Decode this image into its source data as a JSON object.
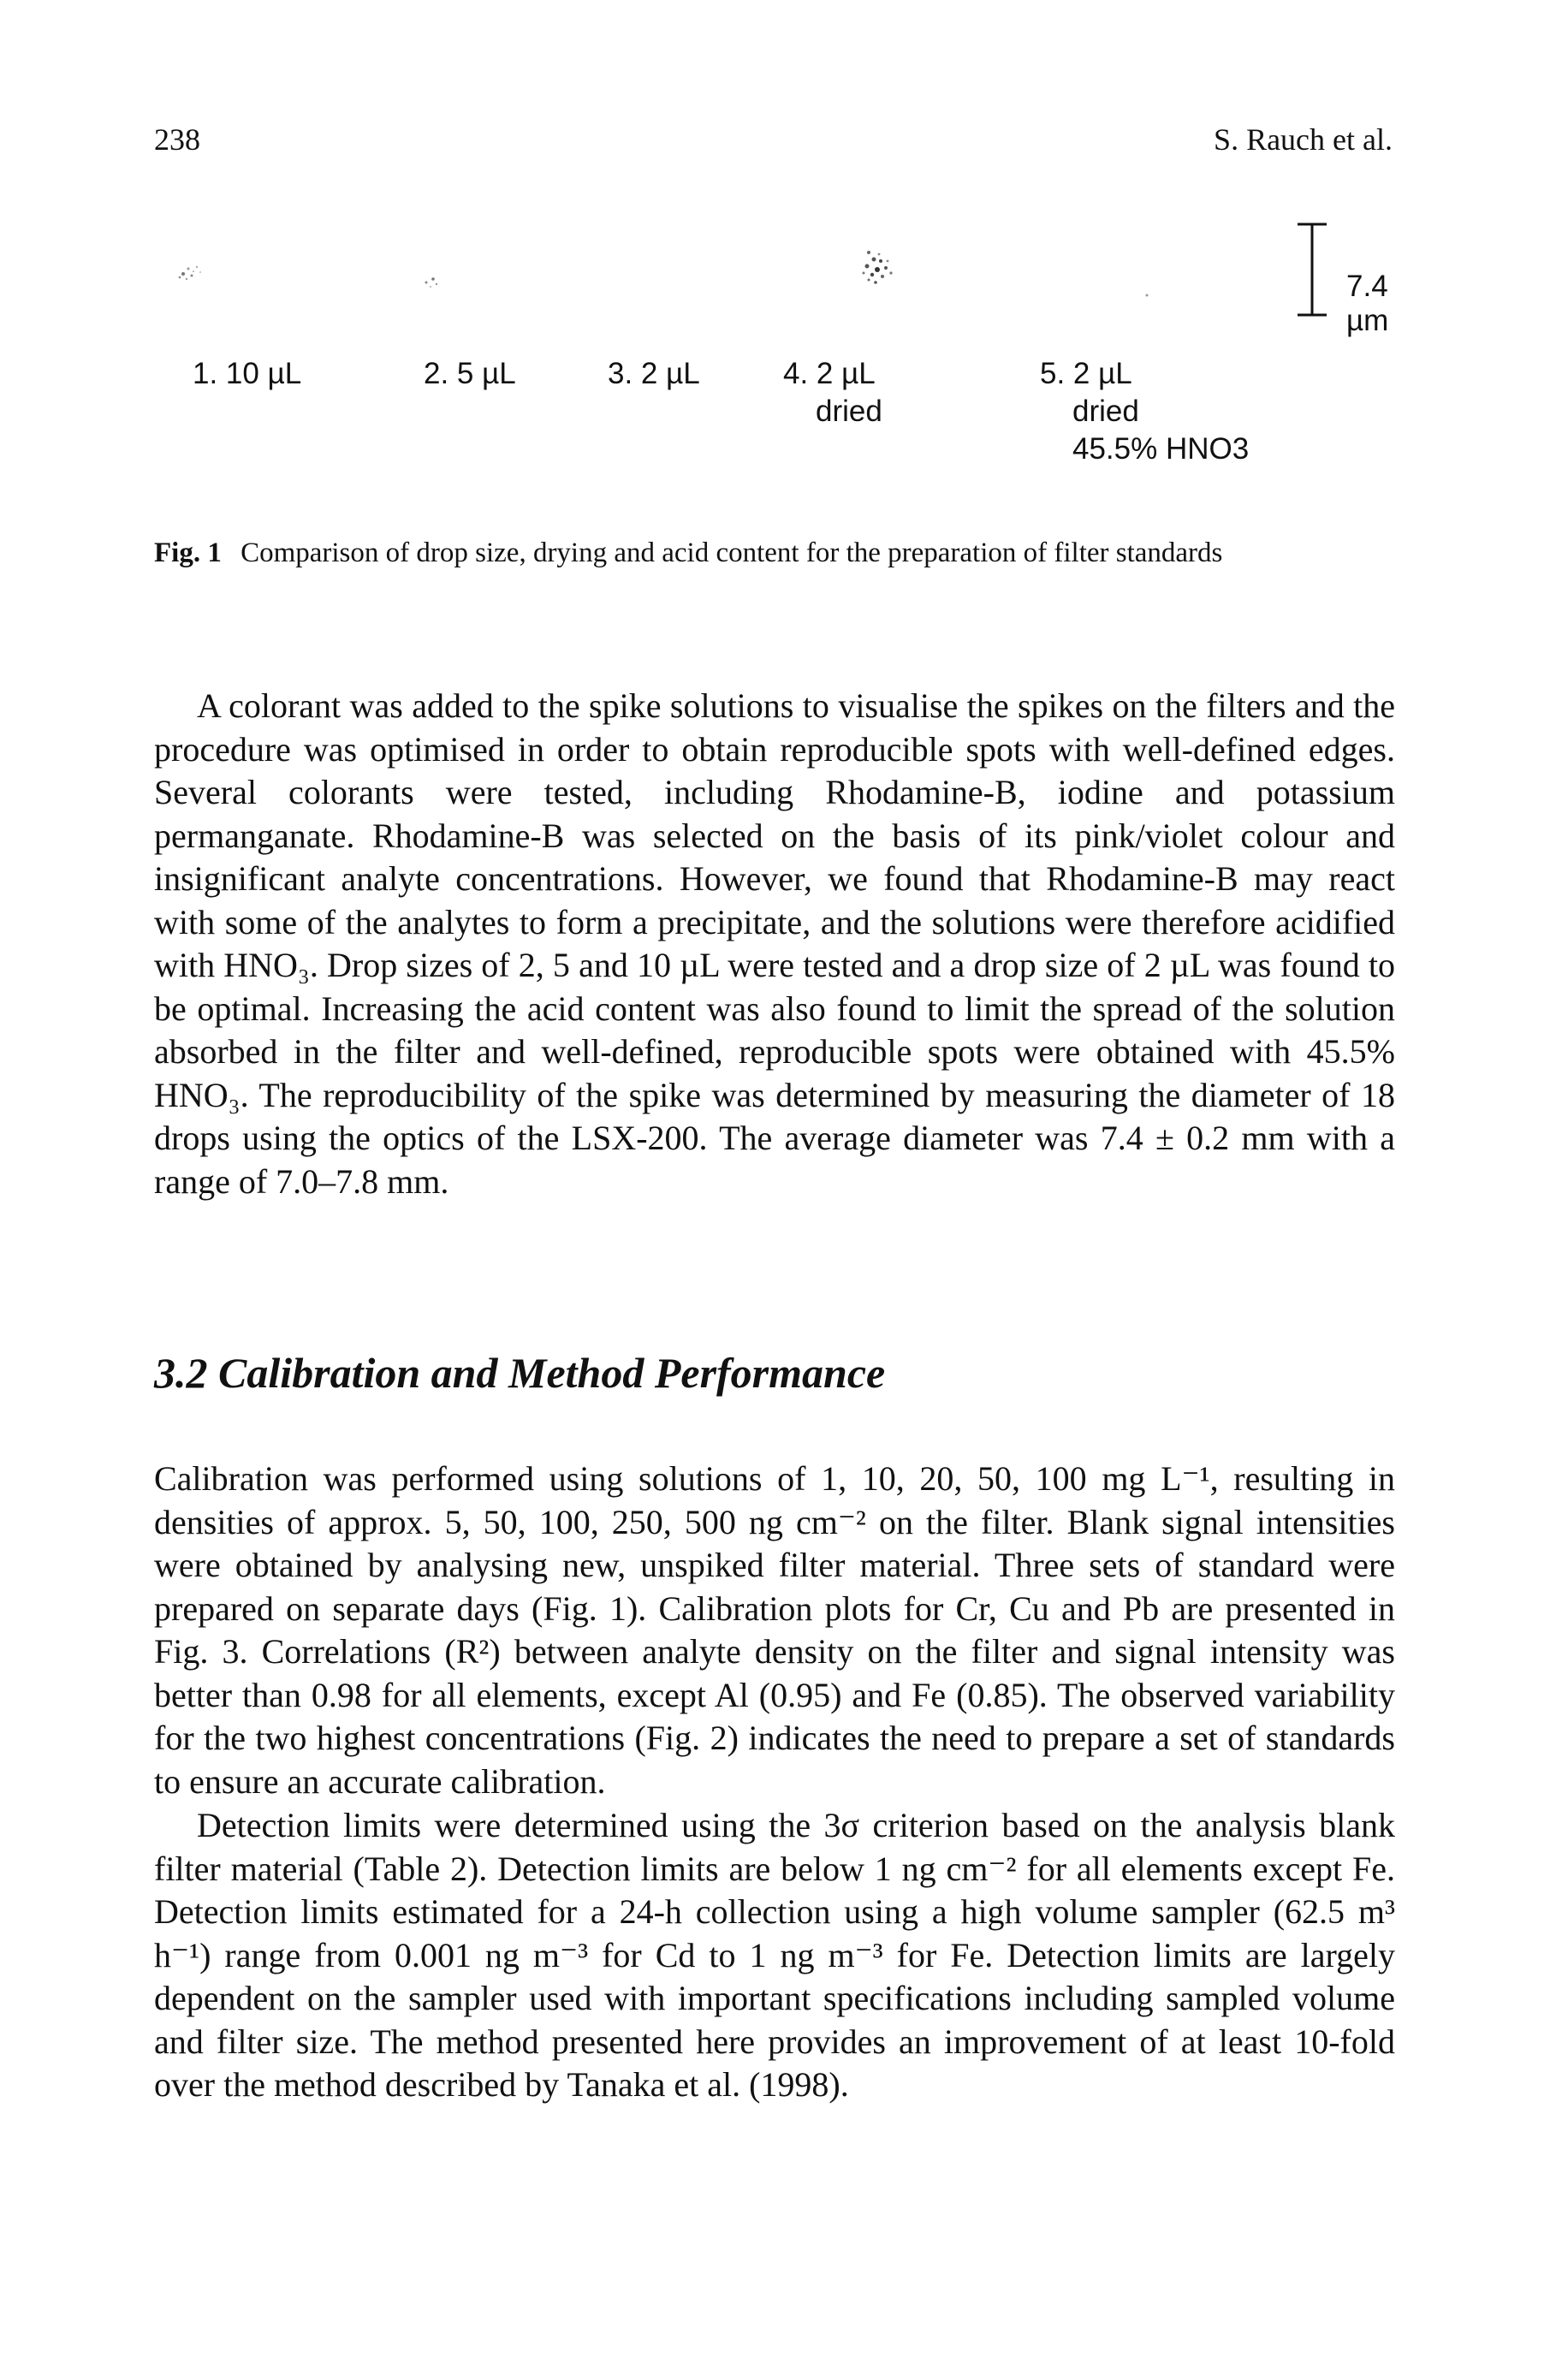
{
  "header": {
    "page_number": "238",
    "running_head": "S. Rauch et al."
  },
  "figure": {
    "scale_bar_label": "7.4 µm",
    "spots": [
      {
        "label_lines": [
          "1. 10 µL"
        ]
      },
      {
        "label_lines": [
          "2. 5 µL"
        ]
      },
      {
        "label_lines": [
          "3. 2 µL"
        ]
      },
      {
        "label_lines": [
          "4. 2 µL",
          "dried"
        ]
      },
      {
        "label_lines": [
          "5. 2 µL",
          "dried",
          "45.5% HNO3"
        ]
      }
    ],
    "caption_label": "Fig. 1",
    "caption_text": "Comparison of drop size, drying and acid content for the preparation of filter standards"
  },
  "paragraph1": "A colorant was added to the spike solutions to visualise the spikes on the filters and the procedure was optimised in order to obtain reproducible spots with well-defined edges. Several colorants were tested, including Rhodamine-B, iodine and potassium permanganate. Rhodamine-B was selected on the basis of its pink/violet colour and insignificant analyte concentrations. However, we found that Rhodamine-B may react with some of the analytes to form a precipitate, and the solutions were therefore acidified with HNO₃. Drop sizes of 2, 5 and 10 µL were tested and a drop size of 2 µL was found to be optimal. Increasing the acid content was also found to limit the spread of the solution absorbed in the filter and well-defined, reproducible spots were obtained with 45.5% HNO₃. The reproducibility of the spike was determined by measuring the diameter of 18 drops using the optics of the LSX-200. The average diameter was 7.4 ± 0.2 mm with a range of 7.0–7.8 mm.",
  "section_heading": "3.2 Calibration and Method Performance",
  "paragraph2": "Calibration was performed using solutions of 1, 10, 20, 50, 100 mg L⁻¹, resulting in densities of approx. 5, 50, 100, 250, 500 ng cm⁻² on the filter. Blank signal intensities were obtained by analysing new, unspiked filter material. Three sets of standard were prepared on separate days (Fig. 1). Calibration plots for Cr, Cu and Pb are presented in Fig. 3. Correlations (R²) between analyte density on the filter and signal intensity was better than 0.98 for all elements, except Al (0.95) and Fe (0.85). The observed variability for the two highest concentrations (Fig. 2) indicates the need to prepare a set of standards to ensure an accurate calibration.",
  "paragraph3": "Detection limits were determined using the 3σ criterion based on the analysis blank filter material (Table 2). Detection limits are below 1 ng cm⁻² for all elements except Fe. Detection limits estimated for a 24-h collection using a high volume sampler (62.5 m³ h⁻¹) range from 0.001 ng m⁻³ for Cd to 1 ng m⁻³ for Fe. Detection limits are largely dependent on the sampler used with important specifications including sampled volume and filter size. The method presented here provides an improvement of at least 10-fold over the method described by Tanaka et al. (1998)."
}
